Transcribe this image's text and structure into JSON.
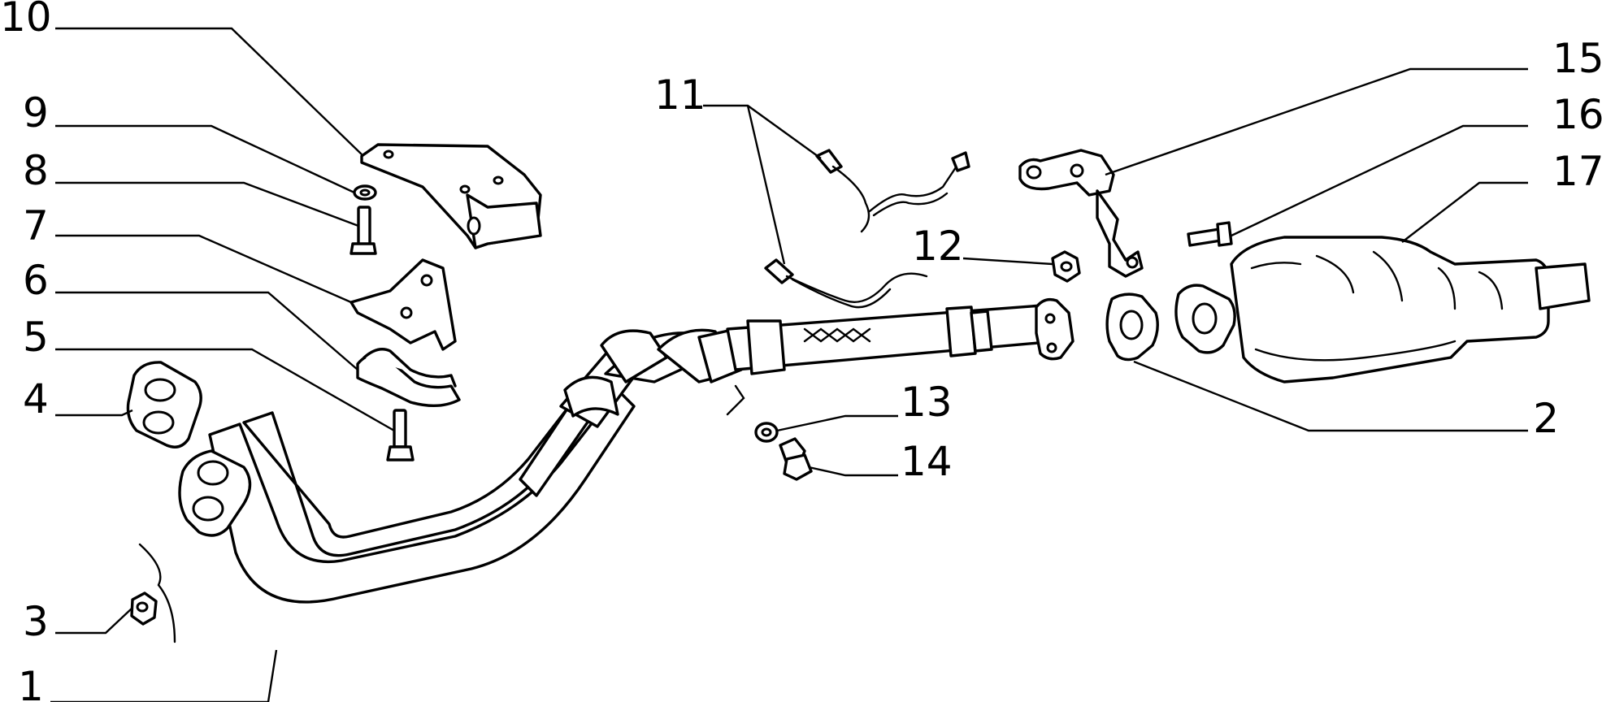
{
  "callouts": [
    {
      "id": "1",
      "label": "1"
    },
    {
      "id": "2",
      "label": "2"
    },
    {
      "id": "3",
      "label": "3"
    },
    {
      "id": "4",
      "label": "4"
    },
    {
      "id": "5",
      "label": "5"
    },
    {
      "id": "6",
      "label": "6"
    },
    {
      "id": "7",
      "label": "7"
    },
    {
      "id": "8",
      "label": "8"
    },
    {
      "id": "9",
      "label": "9"
    },
    {
      "id": "10",
      "label": "10"
    },
    {
      "id": "11",
      "label": "11"
    },
    {
      "id": "12",
      "label": "12"
    },
    {
      "id": "13",
      "label": "13"
    },
    {
      "id": "14",
      "label": "14"
    },
    {
      "id": "15",
      "label": "15"
    },
    {
      "id": "16",
      "label": "16"
    },
    {
      "id": "17",
      "label": "17"
    }
  ],
  "colors": {
    "ink": "#000000",
    "paper": "#ffffff"
  }
}
